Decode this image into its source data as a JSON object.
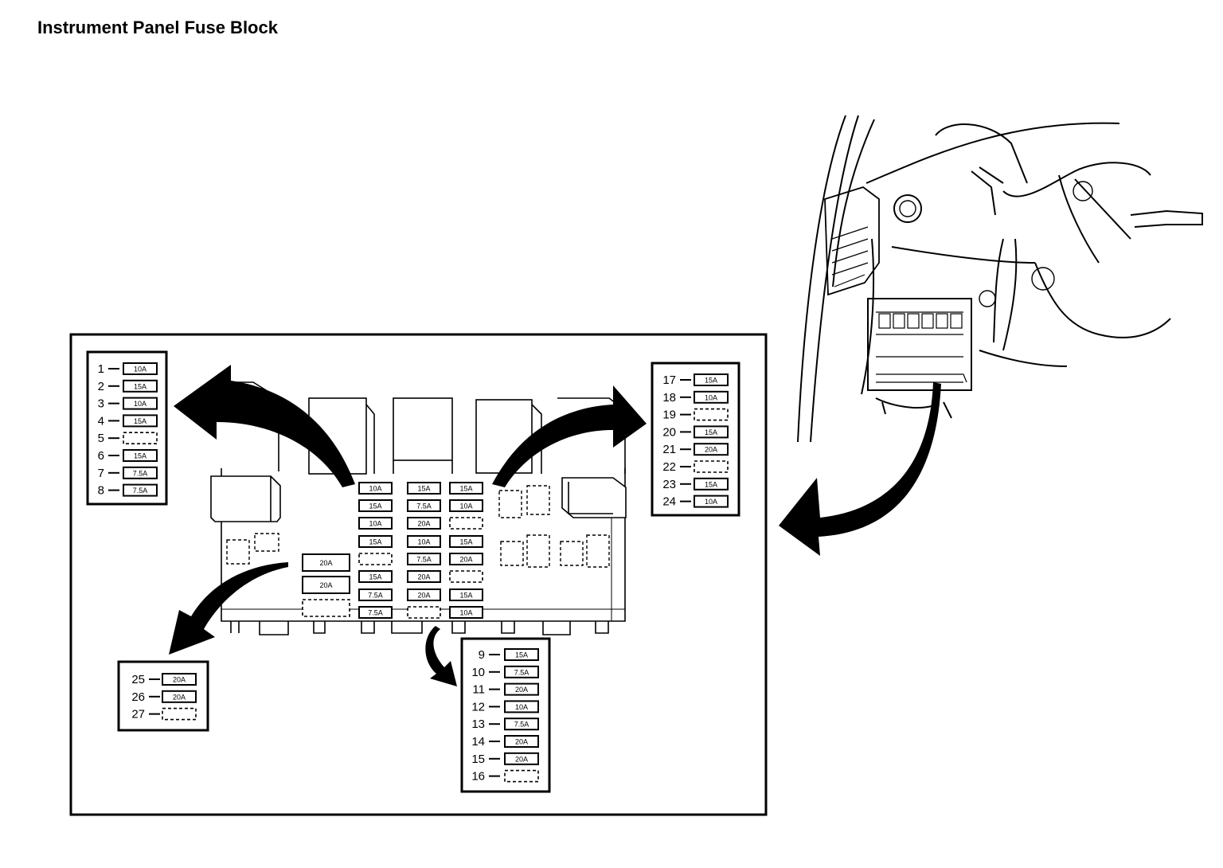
{
  "title": "Instrument Panel Fuse Block",
  "legend_top_left": [
    {
      "num": "1",
      "rating": "10A"
    },
    {
      "num": "2",
      "rating": "15A"
    },
    {
      "num": "3",
      "rating": "10A"
    },
    {
      "num": "4",
      "rating": "15A"
    },
    {
      "num": "5",
      "rating": ""
    },
    {
      "num": "6",
      "rating": "15A"
    },
    {
      "num": "7",
      "rating": "7.5A"
    },
    {
      "num": "8",
      "rating": "7.5A"
    }
  ],
  "legend_top_right": [
    {
      "num": "17",
      "rating": "15A"
    },
    {
      "num": "18",
      "rating": "10A"
    },
    {
      "num": "19",
      "rating": ""
    },
    {
      "num": "20",
      "rating": "15A"
    },
    {
      "num": "21",
      "rating": "20A"
    },
    {
      "num": "22",
      "rating": ""
    },
    {
      "num": "23",
      "rating": "15A"
    },
    {
      "num": "24",
      "rating": "10A"
    }
  ],
  "legend_bottom_center": [
    {
      "num": "9",
      "rating": "15A"
    },
    {
      "num": "10",
      "rating": "7.5A"
    },
    {
      "num": "11",
      "rating": "20A"
    },
    {
      "num": "12",
      "rating": "10A"
    },
    {
      "num": "13",
      "rating": "7.5A"
    },
    {
      "num": "14",
      "rating": "20A"
    },
    {
      "num": "15",
      "rating": "20A"
    },
    {
      "num": "16",
      "rating": ""
    }
  ],
  "legend_bottom_left": [
    {
      "num": "25",
      "rating": "20A"
    },
    {
      "num": "26",
      "rating": "20A"
    },
    {
      "num": "27",
      "rating": ""
    }
  ],
  "block_fuses": {
    "col1": [
      "10A",
      "15A",
      "10A",
      "15A",
      "",
      "15A",
      "7.5A",
      "7.5A"
    ],
    "col2": [
      "15A",
      "7.5A",
      "20A",
      "10A",
      "7.5A",
      "20A",
      "20A",
      ""
    ],
    "col3": [
      "15A",
      "10A",
      "",
      "15A",
      "20A",
      "",
      "15A",
      "10A"
    ],
    "maxi": [
      "20A",
      "20A",
      ""
    ]
  }
}
